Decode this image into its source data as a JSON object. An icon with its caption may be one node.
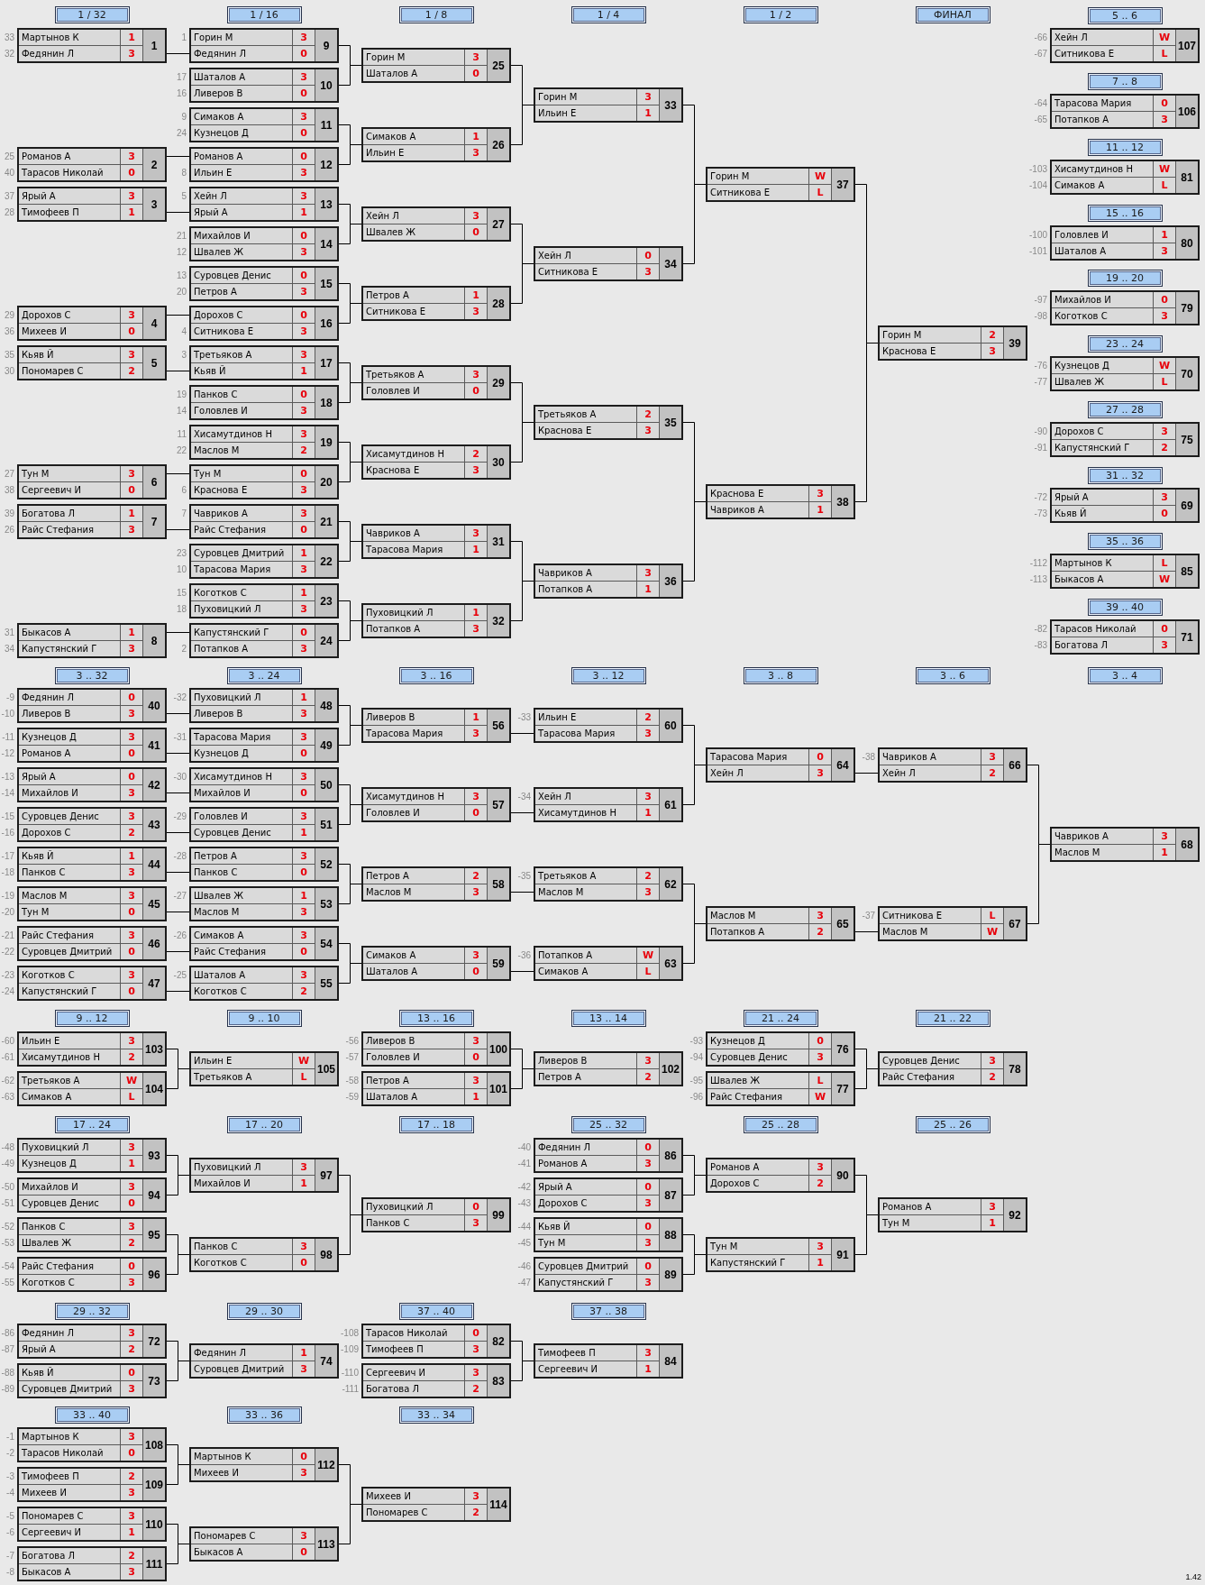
{
  "diagram": {
    "nodes": [
      {
        "text": [
          "1 / 32"
        ]
      },
      {
        "text": [
          "1 / 16"
        ]
      },
      {
        "text": [
          "1 / 8"
        ]
      },
      {
        "text": [
          "1 / 4"
        ]
      },
      {
        "text": [
          "1 / 2"
        ]
      },
      {
        "text": [
          "ФИНАЛ"
        ]
      },
      {
        "text": [
          "Мартынов К",
          "1",
          "Федянин Л",
          "3",
          "1"
        ],
        "beside": [
          "33",
          "32"
        ]
      },
      {
        "text": [
          "Романов А",
          "3",
          "Тарасов Николай",
          "0",
          "2"
        ],
        "beside": [
          "25",
          "40"
        ]
      },
      {
        "text": [
          "Ярый А",
          "3",
          "Тимофеев П",
          "1",
          "3"
        ],
        "beside": [
          "37",
          "28"
        ]
      },
      {
        "text": [
          "Дорохов С",
          "3",
          "Михеев И",
          "0",
          "4"
        ],
        "beside": [
          "29",
          "36"
        ]
      },
      {
        "text": [
          "Кьяв Й",
          "3",
          "Пономарев С",
          "2",
          "5"
        ],
        "beside": [
          "35",
          "30"
        ]
      },
      {
        "text": [
          "Тун М",
          "3",
          "Сергеевич И",
          "0",
          "6"
        ],
        "beside": [
          "27",
          "38"
        ]
      },
      {
        "text": [
          "Богатова Л",
          "1",
          "Райс Стефания",
          "3",
          "7"
        ],
        "beside": [
          "39",
          "26"
        ]
      },
      {
        "text": [
          "Быкасов А",
          "1",
          "Капустянский Г",
          "3",
          "8"
        ],
        "beside": [
          "31",
          "34"
        ]
      },
      {
        "text": [
          "Горин М",
          "3",
          "Федянин Л",
          "0",
          "9"
        ],
        "beside": [
          "1"
        ]
      },
      {
        "text": [
          "Шаталов А",
          "3",
          "Ливеров В",
          "0",
          "10"
        ],
        "beside": [
          "17",
          "16"
        ]
      },
      {
        "text": [
          "Симаков А",
          "3",
          "Кузнецов Д",
          "0",
          "11"
        ],
        "beside": [
          "9",
          "24"
        ]
      },
      {
        "text": [
          "Романов А",
          "0",
          "Ильин Е",
          "3",
          "12"
        ],
        "beside": [
          "8"
        ]
      },
      {
        "text": [
          "Хейн Л",
          "3",
          "Ярый А",
          "1",
          "13"
        ],
        "beside": [
          "5"
        ]
      },
      {
        "text": [
          "Михайлов И",
          "0",
          "Швалев Ж",
          "3",
          "14"
        ],
        "beside": [
          "21",
          "12"
        ]
      },
      {
        "text": [
          "Суровцев Денис",
          "0",
          "Петров А",
          "3",
          "15"
        ],
        "beside": [
          "13",
          "20"
        ]
      },
      {
        "text": [
          "Дорохов С",
          "0",
          "Ситникова Е",
          "3",
          "16"
        ],
        "beside": [
          "4"
        ]
      },
      {
        "text": [
          "Третьяков А",
          "3",
          "Кьяв Й",
          "1",
          "17"
        ],
        "beside": [
          "3"
        ]
      },
      {
        "text": [
          "Панков С",
          "0",
          "Головлев И",
          "3",
          "18"
        ],
        "beside": [
          "19",
          "14"
        ]
      },
      {
        "text": [
          "Хисамутдинов Н",
          "3",
          "Маслов М",
          "2",
          "19"
        ],
        "beside": [
          "11",
          "22"
        ]
      },
      {
        "text": [
          "Тун М",
          "0",
          "Краснова Е",
          "3",
          "20"
        ],
        "beside": [
          "6"
        ]
      },
      {
        "text": [
          "Чавриков А",
          "3",
          "Райс Стефания",
          "0",
          "21"
        ],
        "beside": [
          "7"
        ]
      },
      {
        "text": [
          "Суровцев Дмитрий",
          "1",
          "Тарасова Мария",
          "3",
          "22"
        ],
        "beside": [
          "23",
          "10"
        ]
      },
      {
        "text": [
          "Коготков С",
          "1",
          "Пуховицкий Л",
          "3",
          "23"
        ],
        "beside": [
          "15",
          "18"
        ]
      },
      {
        "text": [
          "Капустянский Г",
          "0",
          "Потапков А",
          "3",
          "24"
        ],
        "beside": [
          "2"
        ]
      },
      {
        "text": [
          "Горин М",
          "3",
          "Шаталов А",
          "0",
          "25"
        ]
      },
      {
        "text": [
          "Симаков А",
          "1",
          "Ильин Е",
          "3",
          "26"
        ]
      },
      {
        "text": [
          "Хейн Л",
          "3",
          "Швалев Ж",
          "0",
          "27"
        ]
      },
      {
        "text": [
          "Петров А",
          "1",
          "Ситникова Е",
          "3",
          "28"
        ]
      },
      {
        "text": [
          "Третьяков А",
          "3",
          "Головлев И",
          "0",
          "29"
        ]
      },
      {
        "text": [
          "Хисамутдинов Н",
          "2",
          "Краснова Е",
          "3",
          "30"
        ]
      },
      {
        "text": [
          "Чавриков А",
          "3",
          "Тарасова Мария",
          "1",
          "31"
        ]
      },
      {
        "text": [
          "Пуховицкий Л",
          "1",
          "Потапков А",
          "3",
          "32"
        ]
      },
      {
        "text": [
          "Горин М",
          "3",
          "Ильин Е",
          "1",
          "33"
        ]
      },
      {
        "text": [
          "Хейн Л",
          "0",
          "Ситникова Е",
          "3",
          "34"
        ]
      },
      {
        "text": [
          "Третьяков А",
          "2",
          "Краснова Е",
          "3",
          "35"
        ]
      },
      {
        "text": [
          "Чавриков А",
          "3",
          "Потапков А",
          "1",
          "36"
        ]
      },
      {
        "text": [
          "Горин М",
          "W",
          "Ситникова Е",
          "L",
          "37"
        ]
      },
      {
        "text": [
          "Краснова Е",
          "3",
          "Чавриков А",
          "1",
          "38"
        ]
      },
      {
        "text": [
          "Горин М",
          "2",
          "Краснова Е",
          "3",
          "39"
        ]
      },
      {
        "text": [
          "5 .. 6"
        ]
      },
      {
        "text": [
          "Хейн Л",
          "W",
          "Ситникова Е",
          "L",
          "107"
        ],
        "beside": [
          "-66",
          "-67"
        ]
      },
      {
        "text": [
          "7 .. 8"
        ]
      },
      {
        "text": [
          "Тарасова Мария",
          "0",
          "Потапков А",
          "3",
          "106"
        ],
        "beside": [
          "-64",
          "-65"
        ]
      },
      {
        "text": [
          "11 .. 12"
        ]
      },
      {
        "text": [
          "Хисамутдинов Н",
          "W",
          "Симаков А",
          "L",
          "81"
        ],
        "beside": [
          "-103",
          "-104"
        ]
      },
      {
        "text": [
          "15 .. 16"
        ]
      },
      {
        "text": [
          "Головлев И",
          "1",
          "Шаталов А",
          "3",
          "80"
        ],
        "beside": [
          "-100",
          "-101"
        ]
      },
      {
        "text": [
          "19 .. 20"
        ]
      },
      {
        "text": [
          "Михайлов И",
          "0",
          "Коготков С",
          "3",
          "79"
        ],
        "beside": [
          "-97",
          "-98"
        ]
      },
      {
        "text": [
          "23 .. 24"
        ]
      },
      {
        "text": [
          "Кузнецов Д",
          "W",
          "Швалев Ж",
          "L",
          "70"
        ],
        "beside": [
          "-76",
          "-77"
        ]
      },
      {
        "text": [
          "27 .. 28"
        ]
      },
      {
        "text": [
          "Дорохов С",
          "3",
          "Капустянский Г",
          "2",
          "75"
        ],
        "beside": [
          "-90",
          "-91"
        ]
      },
      {
        "text": [
          "31 .. 32"
        ]
      },
      {
        "text": [
          "Ярый А",
          "3",
          "Кьяв Й",
          "0",
          "69"
        ],
        "beside": [
          "-72",
          "-73"
        ]
      },
      {
        "text": [
          "35 .. 36"
        ]
      },
      {
        "text": [
          "Мартынов К",
          "L",
          "Быкасов А",
          "W",
          "85"
        ],
        "beside": [
          "-112",
          "-113"
        ]
      },
      {
        "text": [
          "39 .. 40"
        ]
      },
      {
        "text": [
          "Тарасов Николай",
          "0",
          "Богатова Л",
          "3",
          "71"
        ],
        "beside": [
          "-82",
          "-83"
        ]
      },
      {
        "text": [
          "3 .. 32"
        ]
      },
      {
        "text": [
          "3 .. 24"
        ]
      },
      {
        "text": [
          "3 .. 16"
        ]
      },
      {
        "text": [
          "3 .. 12"
        ]
      },
      {
        "text": [
          "3 .. 8"
        ]
      },
      {
        "text": [
          "3 .. 6"
        ]
      },
      {
        "text": [
          "3 .. 4"
        ]
      },
      {
        "text": [
          "Федянин Л",
          "0",
          "Ливеров В",
          "3",
          "40"
        ],
        "beside": [
          "-9",
          "-10"
        ]
      },
      {
        "text": [
          "Кузнецов Д",
          "3",
          "Романов А",
          "0",
          "41"
        ],
        "beside": [
          "-11",
          "-12"
        ]
      },
      {
        "text": [
          "Ярый А",
          "0",
          "Михайлов И",
          "3",
          "42"
        ],
        "beside": [
          "-13",
          "-14"
        ]
      },
      {
        "text": [
          "Суровцев Денис",
          "3",
          "Дорохов С",
          "2",
          "43"
        ],
        "beside": [
          "-15",
          "-16"
        ]
      },
      {
        "text": [
          "Кьяв Й",
          "1",
          "Панков С",
          "3",
          "44"
        ],
        "beside": [
          "-17",
          "-18"
        ]
      },
      {
        "text": [
          "Маслов М",
          "3",
          "Тун М",
          "0",
          "45"
        ],
        "beside": [
          "-19",
          "-20"
        ]
      },
      {
        "text": [
          "Райс Стефания",
          "3",
          "Суровцев Дмитрий",
          "0",
          "46"
        ],
        "beside": [
          "-21",
          "-22"
        ]
      },
      {
        "text": [
          "Коготков С",
          "3",
          "Капустянский Г",
          "0",
          "47"
        ],
        "beside": [
          "-23",
          "-24"
        ]
      },
      {
        "text": [
          "Пуховицкий Л",
          "1",
          "Ливеров В",
          "3",
          "48"
        ],
        "beside": [
          "-32"
        ]
      },
      {
        "text": [
          "Тарасова Мария",
          "3",
          "Кузнецов Д",
          "0",
          "49"
        ],
        "beside": [
          "-31"
        ]
      },
      {
        "text": [
          "Хисамутдинов Н",
          "3",
          "Михайлов И",
          "0",
          "50"
        ],
        "beside": [
          "-30"
        ]
      },
      {
        "text": [
          "Головлев И",
          "3",
          "Суровцев Денис",
          "1",
          "51"
        ],
        "beside": [
          "-29"
        ]
      },
      {
        "text": [
          "Петров А",
          "3",
          "Панков С",
          "0",
          "52"
        ],
        "beside": [
          "-28"
        ]
      },
      {
        "text": [
          "Швалев Ж",
          "1",
          "Маслов М",
          "3",
          "53"
        ],
        "beside": [
          "-27"
        ]
      },
      {
        "text": [
          "Симаков А",
          "3",
          "Райс Стефания",
          "0",
          "54"
        ],
        "beside": [
          "-26"
        ]
      },
      {
        "text": [
          "Шаталов А",
          "3",
          "Коготков С",
          "2",
          "55"
        ],
        "beside": [
          "-25"
        ]
      },
      {
        "text": [
          "Ливеров В",
          "1",
          "Тарасова Мария",
          "3",
          "56"
        ]
      },
      {
        "text": [
          "Хисамутдинов Н",
          "3",
          "Головлев И",
          "0",
          "57"
        ]
      },
      {
        "text": [
          "Петров А",
          "2",
          "Маслов М",
          "3",
          "58"
        ]
      },
      {
        "text": [
          "Симаков А",
          "3",
          "Шаталов А",
          "0",
          "59"
        ]
      },
      {
        "text": [
          "Ильин Е",
          "2",
          "Тарасова Мария",
          "3",
          "60"
        ],
        "beside": [
          "-33"
        ]
      },
      {
        "text": [
          "Хейн Л",
          "3",
          "Хисамутдинов Н",
          "1",
          "61"
        ],
        "beside": [
          "-34"
        ]
      },
      {
        "text": [
          "Третьяков А",
          "2",
          "Маслов М",
          "3",
          "62"
        ],
        "beside": [
          "-35"
        ]
      },
      {
        "text": [
          "Потапков А",
          "W",
          "Симаков А",
          "L",
          "63"
        ],
        "beside": [
          "-36"
        ]
      },
      {
        "text": [
          "Тарасова Мария",
          "0",
          "Хейн Л",
          "3",
          "64"
        ]
      },
      {
        "text": [
          "Маслов М",
          "3",
          "Потапков А",
          "2",
          "65"
        ]
      },
      {
        "text": [
          "Чавриков А",
          "3",
          "Хейн Л",
          "2",
          "66"
        ],
        "beside": [
          "-38"
        ]
      },
      {
        "text": [
          "Ситникова Е",
          "L",
          "Маслов М",
          "W",
          "67"
        ],
        "beside": [
          "-37"
        ]
      },
      {
        "text": [
          "Чавриков А",
          "3",
          "Маслов М",
          "1",
          "68"
        ]
      },
      {
        "text": [
          "9 .. 12"
        ]
      },
      {
        "text": [
          "9 .. 10"
        ]
      },
      {
        "text": [
          "13 .. 16"
        ]
      },
      {
        "text": [
          "13 .. 14"
        ]
      },
      {
        "text": [
          "21 .. 24"
        ]
      },
      {
        "text": [
          "21 .. 22"
        ]
      },
      {
        "text": [
          "Ильин Е",
          "3",
          "Хисамутдинов Н",
          "2",
          "103"
        ],
        "beside": [
          "-60",
          "-61"
        ]
      },
      {
        "text": [
          "Третьяков А",
          "W",
          "Симаков А",
          "L",
          "104"
        ],
        "beside": [
          "-62",
          "-63"
        ]
      },
      {
        "text": [
          "Ильин Е",
          "W",
          "Третьяков А",
          "L",
          "105"
        ]
      },
      {
        "text": [
          "Ливеров В",
          "3",
          "Головлев И",
          "0",
          "100"
        ],
        "beside": [
          "-56",
          "-57"
        ]
      },
      {
        "text": [
          "Петров А",
          "3",
          "Шаталов А",
          "1",
          "101"
        ],
        "beside": [
          "-58",
          "-59"
        ]
      },
      {
        "text": [
          "Ливеров В",
          "3",
          "Петров А",
          "2",
          "102"
        ]
      },
      {
        "text": [
          "Кузнецов Д",
          "0",
          "Суровцев Денис",
          "3",
          "76"
        ],
        "beside": [
          "-93",
          "-94"
        ]
      },
      {
        "text": [
          "Швалев Ж",
          "L",
          "Райс Стефания",
          "W",
          "77"
        ],
        "beside": [
          "-95",
          "-96"
        ]
      },
      {
        "text": [
          "Суровцев Денис",
          "3",
          "Райс Стефания",
          "2",
          "78"
        ]
      },
      {
        "text": [
          "17 .. 24"
        ]
      },
      {
        "text": [
          "17 .. 20"
        ]
      },
      {
        "text": [
          "17 .. 18"
        ]
      },
      {
        "text": [
          "25 .. 32"
        ]
      },
      {
        "text": [
          "25 .. 28"
        ]
      },
      {
        "text": [
          "25 .. 26"
        ]
      },
      {
        "text": [
          "Пуховицкий Л",
          "3",
          "Кузнецов Д",
          "1",
          "93"
        ],
        "beside": [
          "-48",
          "-49"
        ]
      },
      {
        "text": [
          "Михайлов И",
          "3",
          "Суровцев Денис",
          "0",
          "94"
        ],
        "beside": [
          "-50",
          "-51"
        ]
      },
      {
        "text": [
          "Панков С",
          "3",
          "Швалев Ж",
          "2",
          "95"
        ],
        "beside": [
          "-52",
          "-53"
        ]
      },
      {
        "text": [
          "Райс Стефания",
          "0",
          "Коготков С",
          "3",
          "96"
        ],
        "beside": [
          "-54",
          "-55"
        ]
      },
      {
        "text": [
          "Пуховицкий Л",
          "3",
          "Михайлов И",
          "1",
          "97"
        ]
      },
      {
        "text": [
          "Панков С",
          "3",
          "Коготков С",
          "0",
          "98"
        ]
      },
      {
        "text": [
          "Пуховицкий Л",
          "0",
          "Панков С",
          "3",
          "99"
        ]
      },
      {
        "text": [
          "Федянин Л",
          "0",
          "Романов А",
          "3",
          "86"
        ],
        "beside": [
          "-40",
          "-41"
        ]
      },
      {
        "text": [
          "Ярый А",
          "0",
          "Дорохов С",
          "3",
          "87"
        ],
        "beside": [
          "-42",
          "-43"
        ]
      },
      {
        "text": [
          "Кьяв Й",
          "0",
          "Тун М",
          "3",
          "88"
        ],
        "beside": [
          "-44",
          "-45"
        ]
      },
      {
        "text": [
          "Суровцев Дмитрий",
          "0",
          "Капустянский Г",
          "3",
          "89"
        ],
        "beside": [
          "-46",
          "-47"
        ]
      },
      {
        "text": [
          "Романов А",
          "3",
          "Дорохов С",
          "2",
          "90"
        ]
      },
      {
        "text": [
          "Тун М",
          "3",
          "Капустянский Г",
          "1",
          "91"
        ]
      },
      {
        "text": [
          "Романов А",
          "3",
          "Тун М",
          "1",
          "92"
        ]
      },
      {
        "text": [
          "29 .. 32"
        ]
      },
      {
        "text": [
          "29 .. 30"
        ]
      },
      {
        "text": [
          "37 .. 40"
        ]
      },
      {
        "text": [
          "37 .. 38"
        ]
      },
      {
        "text": [
          "Федянин Л",
          "3",
          "Ярый А",
          "2",
          "72"
        ],
        "beside": [
          "-86",
          "-87"
        ]
      },
      {
        "text": [
          "Кьяв Й",
          "0",
          "Суровцев Дмитрий",
          "3",
          "73"
        ],
        "beside": [
          "-88",
          "-89"
        ]
      },
      {
        "text": [
          "Федянин Л",
          "1",
          "Суровцев Дмитрий",
          "3",
          "74"
        ]
      },
      {
        "text": [
          "Тарасов Николай",
          "0",
          "Тимофеев П",
          "3",
          "82"
        ],
        "beside": [
          "-108",
          "-109"
        ]
      },
      {
        "text": [
          "Сергеевич И",
          "3",
          "Богатова Л",
          "2",
          "83"
        ],
        "beside": [
          "-110",
          "-111"
        ]
      },
      {
        "text": [
          "Тимофеев П",
          "3",
          "Сергеевич И",
          "1",
          "84"
        ]
      },
      {
        "text": [
          "33 .. 40"
        ]
      },
      {
        "text": [
          "33 .. 36"
        ]
      },
      {
        "text": [
          "33 .. 34"
        ]
      },
      {
        "text": [
          "Мартынов К",
          "3",
          "Тарасов Николай",
          "0",
          "108"
        ],
        "beside": [
          "-1",
          "-2"
        ]
      },
      {
        "text": [
          "Тимофеев П",
          "2",
          "Михеев И",
          "3",
          "109"
        ],
        "beside": [
          "-3",
          "-4"
        ]
      },
      {
        "text": [
          "Пономарев С",
          "3",
          "Сергеевич И",
          "1",
          "110"
        ],
        "beside": [
          "-5",
          "-6"
        ]
      },
      {
        "text": [
          "Богатова Л",
          "2",
          "Быкасов А",
          "3",
          "111"
        ],
        "beside": [
          "-7",
          "-8"
        ]
      },
      {
        "text": [
          "Мартынов К",
          "0",
          "Михеев И",
          "3",
          "112"
        ]
      },
      {
        "text": [
          "Пономарев С",
          "3",
          "Быкасов А",
          "0",
          "113"
        ]
      },
      {
        "text": [
          "Михеев И",
          "3",
          "Пономарев С",
          "2",
          "114"
        ]
      }
    ],
    "edges": [
      {
        "from": 6,
        "to": 14,
        "arrow": "none"
      },
      {
        "from": 7,
        "to": 17,
        "arrow": "none"
      },
      {
        "from": 8,
        "to": 18,
        "arrow": "none"
      },
      {
        "from": 9,
        "to": 21,
        "arrow": "none"
      },
      {
        "from": 10,
        "to": 22,
        "arrow": "none"
      },
      {
        "from": 11,
        "to": 25,
        "arrow": "none"
      },
      {
        "from": 12,
        "to": 26,
        "arrow": "none"
      },
      {
        "from": 13,
        "to": 29,
        "arrow": "none"
      },
      {
        "from": 14,
        "to": 30,
        "arrow": "none"
      },
      {
        "from": 15,
        "to": 30,
        "arrow": "none"
      },
      {
        "from": 16,
        "to": 31,
        "arrow": "none"
      },
      {
        "from": 17,
        "to": 31,
        "arrow": "none"
      },
      {
        "from": 18,
        "to": 32,
        "arrow": "none"
      },
      {
        "from": 19,
        "to": 32,
        "arrow": "none"
      },
      {
        "from": 20,
        "to": 33,
        "arrow": "none"
      },
      {
        "from": 21,
        "to": 33,
        "arrow": "none"
      },
      {
        "from": 22,
        "to": 34,
        "arrow": "none"
      },
      {
        "from": 23,
        "to": 34,
        "arrow": "none"
      },
      {
        "from": 24,
        "to": 35,
        "arrow": "none"
      },
      {
        "from": 25,
        "to": 35,
        "arrow": "none"
      },
      {
        "from": 26,
        "to": 36,
        "arrow": "none"
      },
      {
        "from": 27,
        "to": 36,
        "arrow": "none"
      },
      {
        "from": 28,
        "to": 37,
        "arrow": "none"
      },
      {
        "from": 29,
        "to": 37,
        "arrow": "none"
      },
      {
        "from": 30,
        "to": 38,
        "arrow": "none"
      },
      {
        "from": 31,
        "to": 38,
        "arrow": "none"
      },
      {
        "from": 32,
        "to": 39,
        "arrow": "none"
      },
      {
        "from": 33,
        "to": 39,
        "arrow": "none"
      },
      {
        "from": 34,
        "to": 40,
        "arrow": "none"
      },
      {
        "from": 35,
        "to": 40,
        "arrow": "none"
      },
      {
        "from": 36,
        "to": 41,
        "arrow": "none"
      },
      {
        "from": 37,
        "to": 41,
        "arrow": "none"
      },
      {
        "from": 38,
        "to": 42,
        "arrow": "none"
      },
      {
        "from": 39,
        "to": 42,
        "arrow": "none"
      },
      {
        "from": 40,
        "to": 43,
        "arrow": "none"
      },
      {
        "from": 41,
        "to": 43,
        "arrow": "none"
      },
      {
        "from": 42,
        "to": 44,
        "arrow": "none"
      },
      {
        "from": 43,
        "to": 44,
        "arrow": "none"
      },
      {
        "from": 72,
        "to": 80,
        "arrow": "none"
      },
      {
        "from": 73,
        "to": 81,
        "arrow": "none"
      },
      {
        "from": 74,
        "to": 82,
        "arrow": "none"
      },
      {
        "from": 75,
        "to": 83,
        "arrow": "none"
      },
      {
        "from": 76,
        "to": 84,
        "arrow": "none"
      },
      {
        "from": 77,
        "to": 85,
        "arrow": "none"
      },
      {
        "from": 78,
        "to": 86,
        "arrow": "none"
      },
      {
        "from": 79,
        "to": 87,
        "arrow": "none"
      },
      {
        "from": 80,
        "to": 88,
        "arrow": "none"
      },
      {
        "from": 81,
        "to": 88,
        "arrow": "none"
      },
      {
        "from": 82,
        "to": 89,
        "arrow": "none"
      },
      {
        "from": 83,
        "to": 89,
        "arrow": "none"
      },
      {
        "from": 84,
        "to": 90,
        "arrow": "none"
      },
      {
        "from": 85,
        "to": 90,
        "arrow": "none"
      },
      {
        "from": 86,
        "to": 91,
        "arrow": "none"
      },
      {
        "from": 87,
        "to": 91,
        "arrow": "none"
      },
      {
        "from": 88,
        "to": 92,
        "arrow": "none"
      },
      {
        "from": 89,
        "to": 93,
        "arrow": "none"
      },
      {
        "from": 90,
        "to": 94,
        "arrow": "none"
      },
      {
        "from": 91,
        "to": 95,
        "arrow": "none"
      },
      {
        "from": 92,
        "to": 96,
        "arrow": "none"
      },
      {
        "from": 93,
        "to": 96,
        "arrow": "none"
      },
      {
        "from": 94,
        "to": 97,
        "arrow": "none"
      },
      {
        "from": 95,
        "to": 97,
        "arrow": "none"
      },
      {
        "from": 96,
        "to": 98,
        "arrow": "none"
      },
      {
        "from": 97,
        "to": 99,
        "arrow": "none"
      },
      {
        "from": 98,
        "to": 100,
        "arrow": "none"
      },
      {
        "from": 99,
        "to": 100,
        "arrow": "none"
      },
      {
        "from": 107,
        "to": 109,
        "arrow": "none"
      },
      {
        "from": 108,
        "to": 109,
        "arrow": "none"
      },
      {
        "from": 110,
        "to": 112,
        "arrow": "none"
      },
      {
        "from": 111,
        "to": 112,
        "arrow": "none"
      },
      {
        "from": 113,
        "to": 115,
        "arrow": "none"
      },
      {
        "from": 114,
        "to": 115,
        "arrow": "none"
      },
      {
        "from": 122,
        "to": 126,
        "arrow": "none"
      },
      {
        "from": 123,
        "to": 126,
        "arrow": "none"
      },
      {
        "from": 124,
        "to": 127,
        "arrow": "none"
      },
      {
        "from": 125,
        "to": 127,
        "arrow": "none"
      },
      {
        "from": 126,
        "to": 128,
        "arrow": "none"
      },
      {
        "from": 127,
        "to": 128,
        "arrow": "none"
      },
      {
        "from": 129,
        "to": 133,
        "arrow": "none"
      },
      {
        "from": 130,
        "to": 133,
        "arrow": "none"
      },
      {
        "from": 131,
        "to": 134,
        "arrow": "none"
      },
      {
        "from": 132,
        "to": 134,
        "arrow": "none"
      },
      {
        "from": 133,
        "to": 135,
        "arrow": "none"
      },
      {
        "from": 134,
        "to": 135,
        "arrow": "none"
      },
      {
        "from": 140,
        "to": 142,
        "arrow": "none"
      },
      {
        "from": 141,
        "to": 142,
        "arrow": "none"
      },
      {
        "from": 143,
        "to": 145,
        "arrow": "none"
      },
      {
        "from": 144,
        "to": 145,
        "arrow": "none"
      },
      {
        "from": 149,
        "to": 153,
        "arrow": "none"
      },
      {
        "from": 150,
        "to": 153,
        "arrow": "none"
      },
      {
        "from": 151,
        "to": 154,
        "arrow": "none"
      },
      {
        "from": 152,
        "to": 154,
        "arrow": "none"
      },
      {
        "from": 153,
        "to": 155,
        "arrow": "none"
      },
      {
        "from": 154,
        "to": 155,
        "arrow": "none"
      }
    ],
    "labels": [
      "1.42"
    ]
  }
}
